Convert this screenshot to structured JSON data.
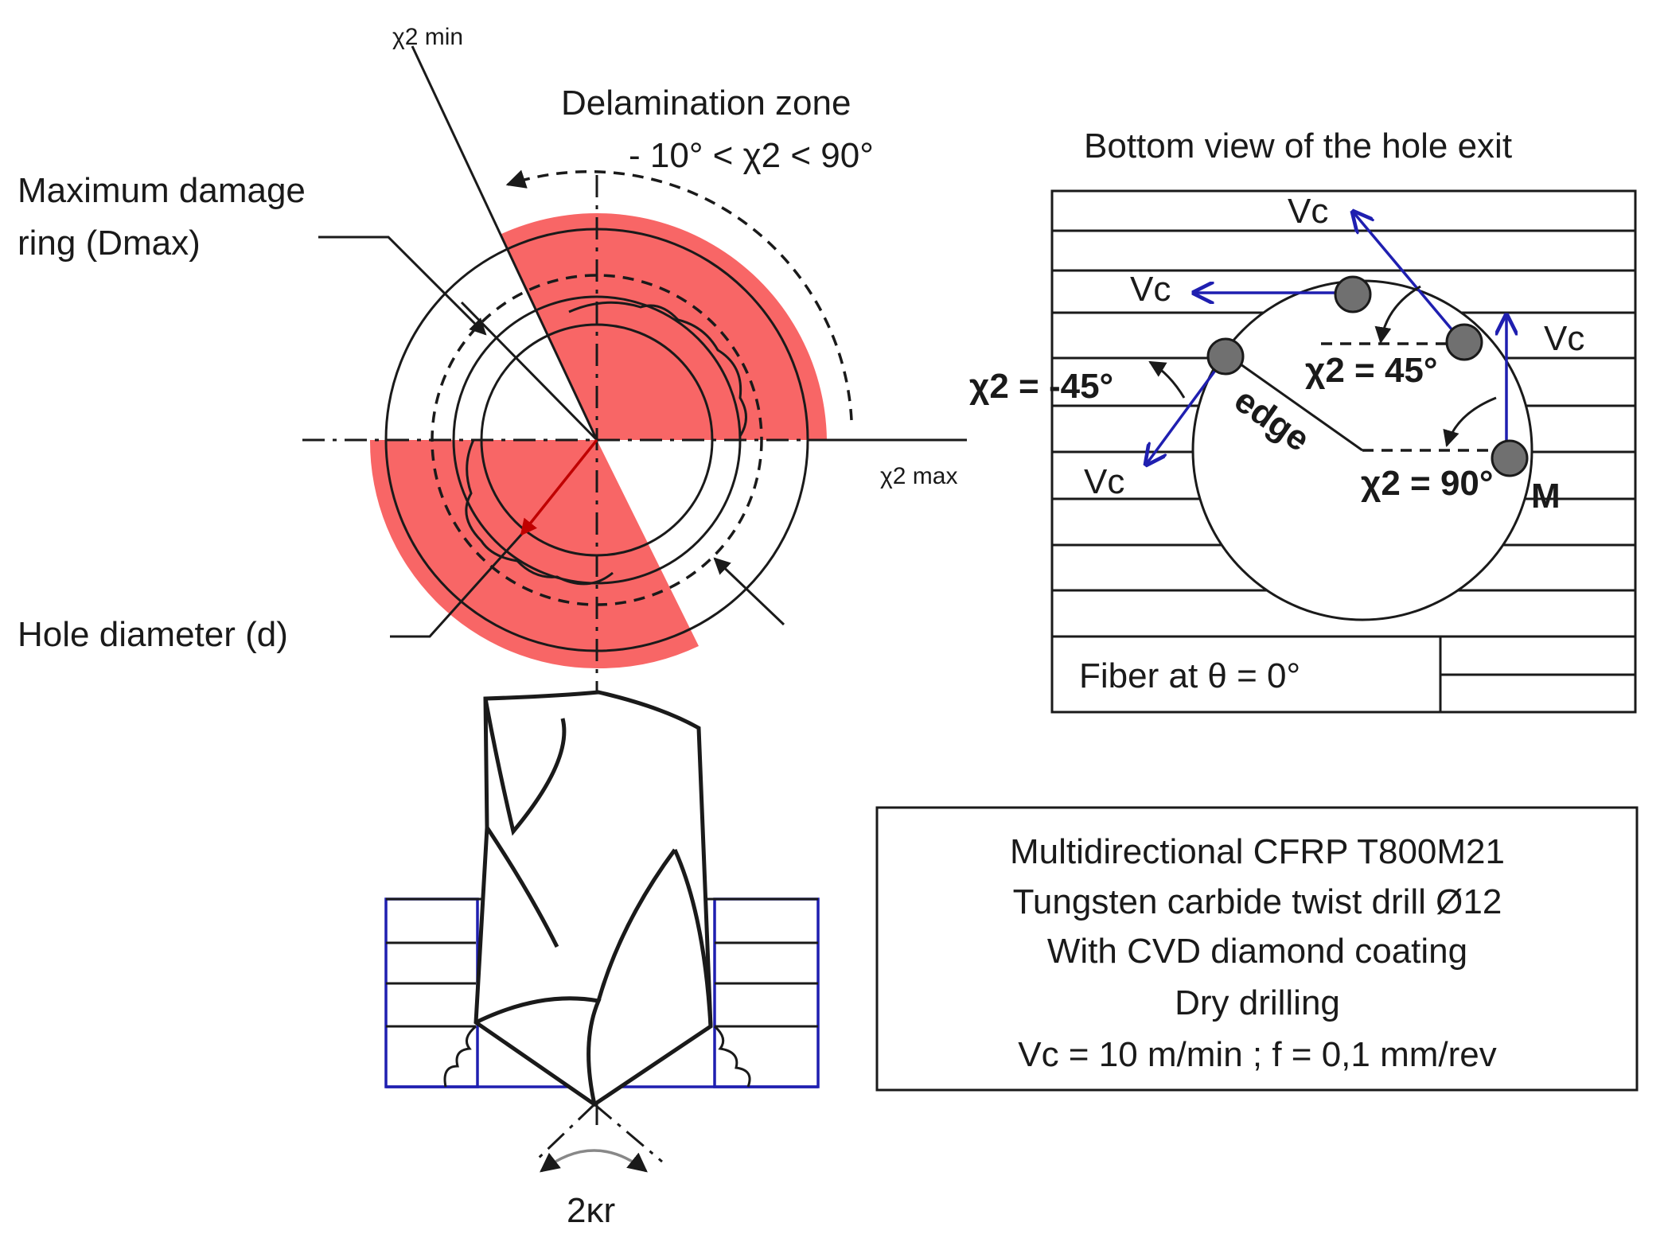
{
  "left_panel": {
    "chi2_min_label": "χ2 min",
    "chi2_max_label": "χ2 max",
    "delamination_title": "Delamination zone",
    "delamination_range": "- 10° < χ2 < 90°",
    "max_damage_line1": "Maximum damage",
    "max_damage_line2": "ring (Dmax)",
    "hole_diameter": "Hole diameter (d)",
    "angle_label": "2κr"
  },
  "right_panel": {
    "title": "Bottom view of the hole exit",
    "vc_labels": [
      "Vc",
      "Vc",
      "Vc",
      "Vc"
    ],
    "chi2_neg45": "χ2 = -45°",
    "chi2_45": "χ2 = 45°",
    "chi2_90": "χ2 = 90°",
    "edge_label": "edge",
    "point_m": "M",
    "fiber_label": "Fiber at θ = 0°"
  },
  "info_box": {
    "lines": [
      "Multidirectional CFRP T800M21",
      "Tungsten carbide twist drill Ø12",
      "With CVD diamond coating",
      "Dry drilling",
      "Vc = 10 m/min ; f = 0,1 mm/rev"
    ]
  },
  "colors": {
    "damage_zone": "#f86666",
    "vector_blue": "#1f1fb0",
    "marker_gray": "#707070",
    "line": "#1a1a1a"
  }
}
